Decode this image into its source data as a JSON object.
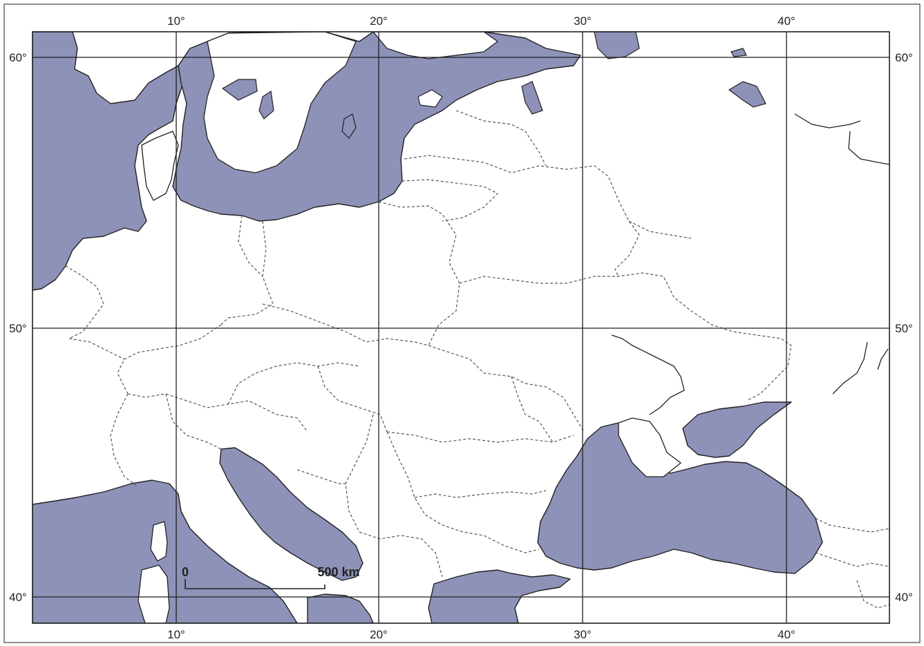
{
  "map": {
    "longitude_labels_top": [
      "10°",
      "20°",
      "30°",
      "40°"
    ],
    "longitude_labels_bottom": [
      "10°",
      "20°",
      "30°",
      "40°"
    ],
    "latitude_labels_left": [
      "60°",
      "50°",
      "40°"
    ],
    "latitude_labels_right": [
      "60°",
      "50°",
      "40°"
    ],
    "scale": {
      "start_label": "0",
      "end_label": "500 km"
    },
    "colors": {
      "water": "#8e92b8",
      "land": "#ffffff",
      "lines": "#1e1e1e"
    }
  }
}
